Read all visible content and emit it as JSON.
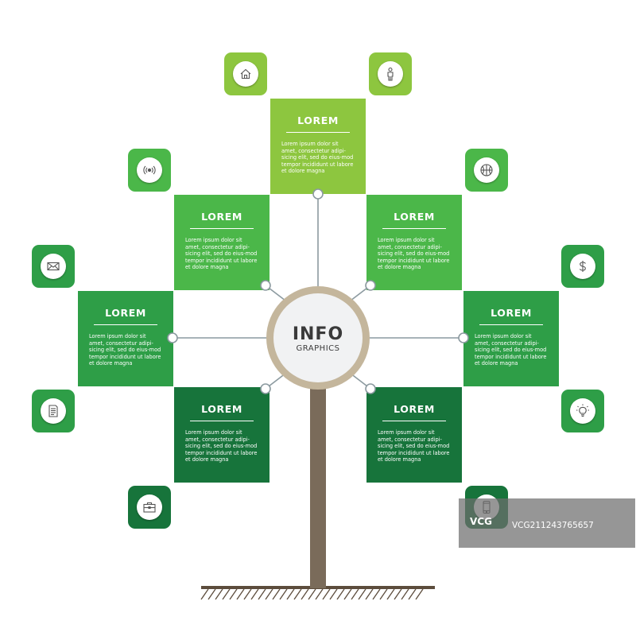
{
  "center": {
    "title": "INFO",
    "subtitle": "GRAPHICS"
  },
  "colors": {
    "stem": "#7a6b5a",
    "ring": "#c4b69c",
    "connector": "#8c9aa0",
    "dot_stroke": "#8c9aa0",
    "ground": "#5c4c3c"
  },
  "cards": [
    {
      "title": "LOREM",
      "body": "Lorem ipsum dolor sit amet, consectetur adipi-sicing elit, sed do eius-mod tempor incididunt ut labore et dolore magna",
      "color": "#8dc63f"
    },
    {
      "title": "LOREM",
      "body": "Lorem ipsum dolor sit amet, consectetur adipi-sicing elit, sed do eius-mod tempor incididunt ut labore et dolore magna",
      "color": "#4bb749"
    },
    {
      "title": "LOREM",
      "body": "Lorem ipsum dolor sit amet, consectetur adipi-sicing elit, sed do eius-mod tempor incididunt ut labore et dolore magna",
      "color": "#4bb749"
    },
    {
      "title": "LOREM",
      "body": "Lorem ipsum dolor sit amet, consectetur adipi-sicing elit, sed do eius-mod tempor incididunt ut labore et dolore magna",
      "color": "#2e9e47"
    },
    {
      "title": "LOREM",
      "body": "Lorem ipsum dolor sit amet, consectetur adipi-sicing elit, sed do eius-mod tempor incididunt ut labore et dolore magna",
      "color": "#2e9e47"
    },
    {
      "title": "LOREM",
      "body": "Lorem ipsum dolor sit amet, consectetur adipi-sicing elit, sed do eius-mod tempor incididunt ut labore et dolore magna",
      "color": "#17743b"
    },
    {
      "title": "LOREM",
      "body": "Lorem ipsum dolor sit amet, consectetur adipi-sicing elit, sed do eius-mod tempor incididunt ut labore et dolore magna",
      "color": "#17743b"
    }
  ],
  "icons": [
    {
      "name": "home-icon",
      "color": "#8dc63f"
    },
    {
      "name": "person-icon",
      "color": "#8dc63f"
    },
    {
      "name": "signal-icon",
      "color": "#4bb749"
    },
    {
      "name": "basketball-icon",
      "color": "#4bb749"
    },
    {
      "name": "mail-icon",
      "color": "#2e9e47"
    },
    {
      "name": "dollar-icon",
      "color": "#2e9e47"
    },
    {
      "name": "document-icon",
      "color": "#2e9e47"
    },
    {
      "name": "lightbulb-icon",
      "color": "#2e9e47"
    },
    {
      "name": "briefcase-icon",
      "color": "#17743b"
    },
    {
      "name": "smartphone-icon",
      "color": "#17743b"
    }
  ],
  "watermark": {
    "logo": "VCG",
    "code": "VCG21124376565​7"
  }
}
